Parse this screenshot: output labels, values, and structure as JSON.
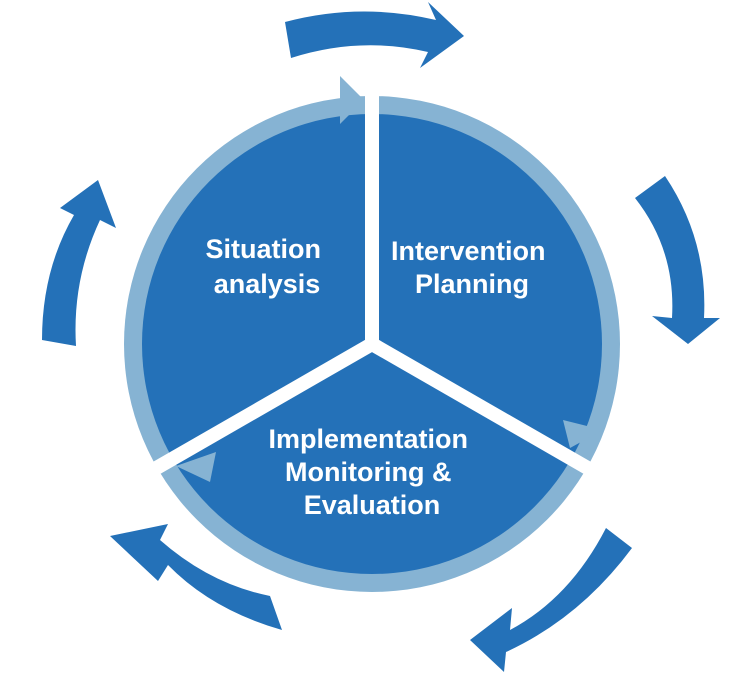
{
  "cycle": {
    "segments": [
      {
        "lines": [
          "Situation",
          "analysis"
        ]
      },
      {
        "lines": [
          "Intervention",
          "Planning"
        ]
      },
      {
        "lines": [
          "Implementation",
          "Monitoring &",
          "Evaluation"
        ]
      }
    ]
  },
  "colors": {
    "dark_blue": "#2471b8",
    "light_blue": "#86b3d3",
    "background": "#ffffff"
  }
}
